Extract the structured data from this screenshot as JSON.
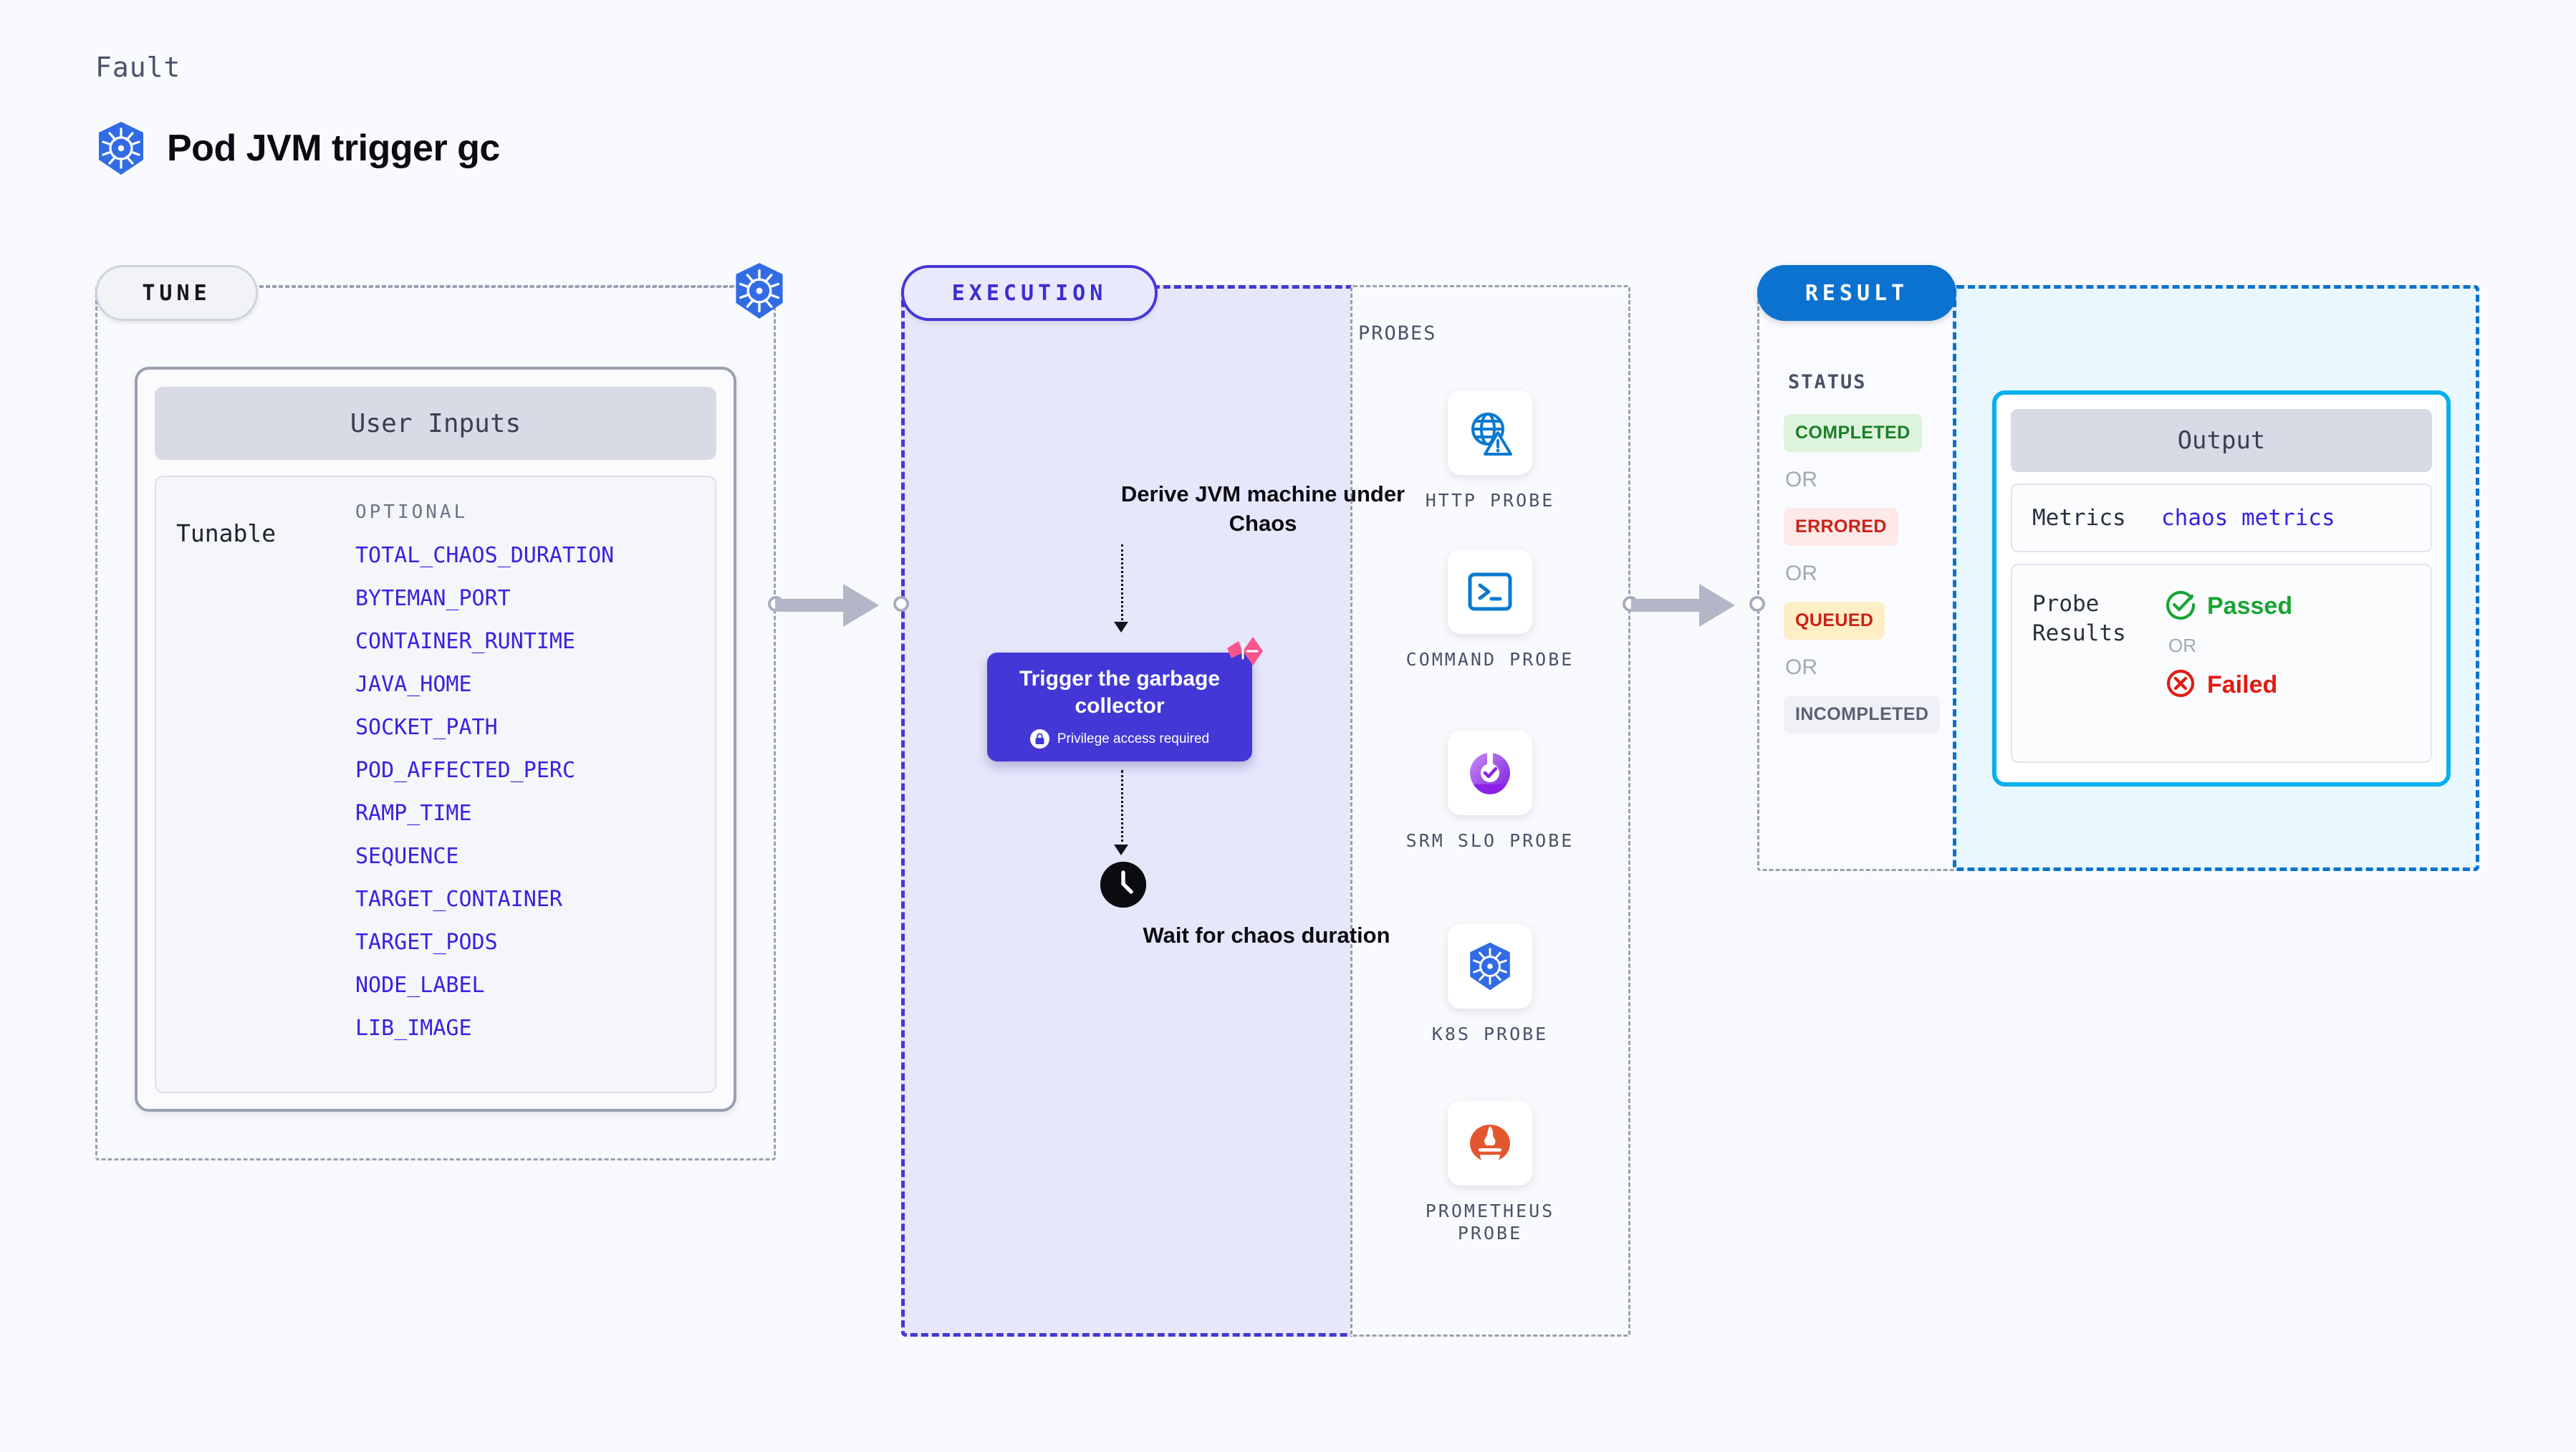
{
  "header": {
    "kicker": "Fault",
    "title": "Pod JVM trigger gc",
    "icon": "kubernetes-icon"
  },
  "stages": {
    "tune": {
      "pill_label": "TUNE"
    },
    "execution": {
      "pill_label": "EXECUTION"
    },
    "result": {
      "pill_label": "RESULT"
    }
  },
  "tune": {
    "panel_title": "User Inputs",
    "group_label": "Tunable",
    "optional_label": "OPTIONAL",
    "items": [
      "TOTAL_CHAOS_DURATION",
      "BYTEMAN_PORT",
      "CONTAINER_RUNTIME",
      "JAVA_HOME",
      "SOCKET_PATH",
      "POD_AFFECTED_PERC",
      "RAMP_TIME",
      "SEQUENCE",
      "TARGET_CONTAINER",
      "TARGET_PODS",
      "NODE_LABEL",
      "LIB_IMAGE"
    ]
  },
  "execution": {
    "step1": "Derive JVM machine under Chaos",
    "trigger": {
      "title": "Trigger the garbage collector",
      "note": "Privilege access required",
      "note_icon": "lock-icon",
      "corner_icon": "tag-flag-icon"
    },
    "step3": "Wait for chaos duration",
    "step3_icon": "clock-icon"
  },
  "probes": {
    "label": "PROBES",
    "items": [
      {
        "name": "HTTP PROBE",
        "icon": "globe-warning-icon"
      },
      {
        "name": "COMMAND PROBE",
        "icon": "terminal-icon"
      },
      {
        "name": "SRM SLO PROBE",
        "icon": "srm-slo-icon"
      },
      {
        "name": "K8S PROBE",
        "icon": "kubernetes-icon"
      },
      {
        "name": "PROMETHEUS PROBE",
        "icon": "prometheus-icon"
      }
    ]
  },
  "result": {
    "status_label": "STATUS",
    "or_label": "OR",
    "statuses": [
      {
        "label": "COMPLETED",
        "color": "#1a8027",
        "bg": "#def3de"
      },
      {
        "label": "ERRORED",
        "color": "#cc2017",
        "bg": "#fde9e7"
      },
      {
        "label": "QUEUED",
        "color": "#cc2017",
        "bg": "#fdeec6"
      },
      {
        "label": "INCOMPLETED",
        "color": "#5b6073",
        "bg": "#eff1f6"
      }
    ]
  },
  "output": {
    "panel_title": "Output",
    "metrics_key": "Metrics",
    "metrics_value": "chaos metrics",
    "probe_results_key": "Probe Results",
    "passed_label": "Passed",
    "passed_icon": "check-circle-icon",
    "or_label": "OR",
    "failed_label": "Failed",
    "failed_icon": "x-circle-icon"
  },
  "colors": {
    "brand_purple": "#4338d6",
    "brand_blue": "#0b72cf",
    "cyan": "#05b0ee",
    "k8s_blue": "#326ce5",
    "pink": "#f8558e",
    "tunable_text": "#3722e0"
  }
}
